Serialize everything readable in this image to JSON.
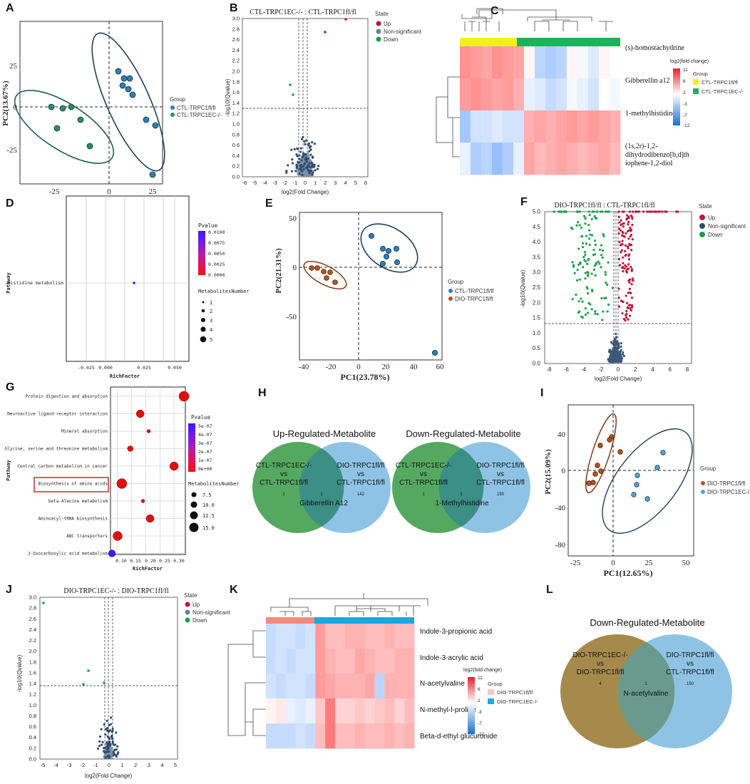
{
  "panel_letters": {
    "A": "A",
    "B": "B",
    "C": "C",
    "D": "D",
    "E": "E",
    "F": "F",
    "G": "G",
    "H": "H",
    "I": "I",
    "J": "J",
    "K": "K",
    "L": "L"
  },
  "colors": {
    "up": "#c0143c",
    "ns": "#6b7f99",
    "down": "#1f9e4a",
    "ctl_fl": "#2f7fb0",
    "ctl_ec": "#2a8c6a",
    "dio_fl": "#b5541c",
    "dio_ec": "#5aa0cf",
    "venn_green": "#55a860",
    "venn_blue": "#7ab8e0",
    "venn_olive": "#a58a4c",
    "heat_pos": "#e8202a",
    "heat_neg": "#1a6fd0",
    "yellow": "#f2f01a",
    "green": "#1db35a",
    "salmon": "#f28b7e",
    "cyan": "#19a9e0"
  },
  "panelA": {
    "xlabel": "",
    "ylabel": "PC2(13.67%)",
    "xticks": [
      "-25",
      "0",
      "25"
    ],
    "yticks": [
      "25",
      "0",
      "-25"
    ],
    "legend_title": "Group",
    "legend_items": [
      "CTL-TRPC1fl/fl",
      "CTL-TRPC1EC-/-"
    ]
  },
  "panelB": {
    "title": "CTL-TRPC1EC-/- : CTL-TRPC1fl/fl",
    "ylabel": "-log10(Qvalue)",
    "xlabel": "log2(Fold Change)",
    "yticks": [
      "3.0",
      "2.8",
      "2.6",
      "2.4",
      "2.2",
      "2.0",
      "1.8",
      "1.6",
      "1.4",
      "1.2",
      "1.0",
      "0.8",
      "0.6",
      "0.4",
      "0.2",
      "0.0"
    ],
    "xticks": [
      "-6",
      "-5",
      "-4",
      "-3",
      "-2",
      "-1",
      "0",
      "1",
      "2",
      "3",
      "4",
      "5",
      "6"
    ],
    "legend_title": "State",
    "legend_items": [
      "Up",
      "Non-significant",
      "Down"
    ]
  },
  "panelC": {
    "row_labels": [
      "(s)-homostachydrine",
      "Gibberellin a12",
      "1-methylhistidine",
      "(1s,2r)-1,2-",
      "dihydrodibenzo[b,d]th",
      "iophene-1,2-diol"
    ],
    "scale_title": "log2(fold change)",
    "scale_ticks": [
      "11",
      "6",
      "2",
      "-3",
      "-7",
      "-12"
    ],
    "legend_title": "Group",
    "legend_items": [
      "CTL-TRPC1fl/fl",
      "CTL-TRPC1EC-/-"
    ]
  },
  "panelD": {
    "ylabel": "Pathway",
    "xlabel": "RichFactor",
    "pathway": "Histidine metabolism",
    "xticks": [
      "-0.025",
      "0.000",
      "0.025",
      "0.050"
    ],
    "pvalue_title": "Pvalue",
    "pvalue_ticks": [
      "0.0100",
      "0.0075",
      "0.0050",
      "0.0025",
      "0.0000"
    ],
    "metab_title": "MetabolitesNumber",
    "metab_ticks": [
      "1",
      "2",
      "3",
      "4",
      "5"
    ]
  },
  "panelE": {
    "ylabel": "PC2(21.31%)",
    "xlabel": "PC1(23.78%)",
    "xticks": [
      "-40",
      "-20",
      "0",
      "20",
      "40",
      "60"
    ],
    "yticks": [
      "50",
      "0",
      "-50"
    ],
    "legend_title": "Group",
    "legend_items": [
      "CTL-TRPC1fl/fl",
      "DIO-TRPC1fl/fl"
    ]
  },
  "panelF": {
    "title": "DIO-TRPC1fl/fl : CTL-TRPC1fl/fl",
    "ylabel": "-log10(Qvalue)",
    "xlabel": "log2(Fold Change)",
    "yticks": [
      "5.0",
      "4.5",
      "4.0",
      "3.5",
      "3.0",
      "2.5",
      "2.0",
      "1.5",
      "1.0",
      "0.5",
      "0.0"
    ],
    "xticks": [
      "-8",
      "-6",
      "-4",
      "-2",
      "0",
      "2",
      "4",
      "6",
      "8"
    ],
    "legend_title": "State",
    "legend_items": [
      "Up",
      "Non-significant",
      "Down"
    ]
  },
  "panelG": {
    "ylabel": "Pathway",
    "xlabel": "RichFactor",
    "pathways": [
      "Protein digestion and absorption",
      "Neuroactive ligand-receptor interaction",
      "Mineral absorption",
      "Glycine, serine and threonine metabolism",
      "Central carbon metabolism in cancer",
      "Biosynthesis of amino acids",
      "beta-Alanine metabolism",
      "Aminoacyl-tRNA biosynthesis",
      "ABC transporters",
      "2-Oxocarboxylic acid metabolism"
    ],
    "xticks": [
      "0.10",
      "0.15",
      "0.20",
      "0.25",
      "0.30"
    ],
    "pvalue_title": "Pvalue",
    "pvalue_ticks": [
      "5e-07",
      "4e-07",
      "3e-07",
      "2e-07",
      "1e-07",
      "0e+00"
    ],
    "metab_title": "MetabolitesNumber",
    "metab_ticks": [
      "7.5",
      "10.0",
      "12.5",
      "15.0"
    ]
  },
  "panelH": {
    "up_title": "Up-Regulated-Metabolite",
    "down_title": "Down-Regulated-Metabolite",
    "left_label": [
      "CTL-TRPC1EC-/-",
      "vs",
      "CTL-TRPC1fl/fl"
    ],
    "right_label": [
      "DIO-TRPC1fl/fl",
      "vs",
      "CTL-TRPC1fl/fl"
    ],
    "up_counts": [
      "1",
      "1",
      "142"
    ],
    "up_shared": "Gibberellin A12",
    "down_counts": [
      "1",
      "1",
      "150"
    ],
    "down_shared": "1-Methylhistidine"
  },
  "panelI": {
    "ylabel": "PC2(15.09%)",
    "xlabel": "PC1(12.65%)",
    "xticks": [
      "-25",
      "0",
      "25",
      "50"
    ],
    "yticks": [
      "40",
      "0",
      "-40",
      "-80"
    ],
    "legend_title": "Group",
    "legend_items": [
      "DIO-TRPC1fl/fl",
      "DIO-TRPC1EC-/-"
    ]
  },
  "panelJ": {
    "title": "DIO-TRPC1EC-/- : DIO-TRPC1fl/fl",
    "ylabel": "-log10(Qvalue)",
    "xlabel": "log2(Fold Change)",
    "yticks": [
      "3.0",
      "2.8",
      "2.6",
      "2.4",
      "2.2",
      "2.0",
      "1.8",
      "1.6",
      "1.4",
      "1.2",
      "1.0",
      "0.8",
      "0.6",
      "0.4",
      "0.2",
      "0.0"
    ],
    "xticks": [
      "-5",
      "-4",
      "-3",
      "-2",
      "-1",
      "0",
      "1",
      "2",
      "3",
      "4",
      "5"
    ],
    "legend_title": "State",
    "legend_items": [
      "Up",
      "Non-significant",
      "Down"
    ]
  },
  "panelK": {
    "row_labels": [
      "Indole-3-propionic acid",
      "Indole-3-acrylic acid",
      "N-acetylvaline",
      "N-methyl-l-proline",
      "Beta-d-ethyl glucuronide"
    ],
    "scale_title": "log2(fold change)",
    "scale_ticks": [
      "11",
      "6",
      "2",
      "-3",
      "-7",
      "-12"
    ],
    "legend_title": "Group",
    "legend_items": [
      "DIO-TRPC1fl/fl",
      "DIO-TRPC1EC-/-"
    ]
  },
  "panelL": {
    "title": "Down-Regulated-Metabolite",
    "left_label": [
      "DIO-TRPC1EC-/-",
      "vs",
      "DIO-TRPC1fl/fl"
    ],
    "right_label": [
      "DIO-TRPC1fl/fl",
      "vs",
      "CTL-TRPC1fl/fl"
    ],
    "counts": [
      "4",
      "1",
      "150"
    ],
    "shared": "N-acetylvaline"
  }
}
